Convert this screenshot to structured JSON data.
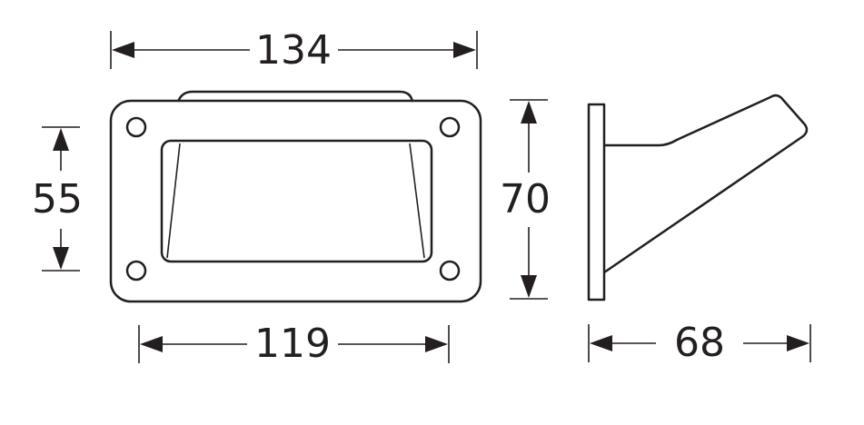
{
  "dimensions": {
    "top_width": "134",
    "bottom_width": "119",
    "left_height": "55",
    "right_height": "70",
    "side_depth": "68"
  },
  "colors": {
    "ink": "#231f20",
    "background": "#ffffff"
  }
}
